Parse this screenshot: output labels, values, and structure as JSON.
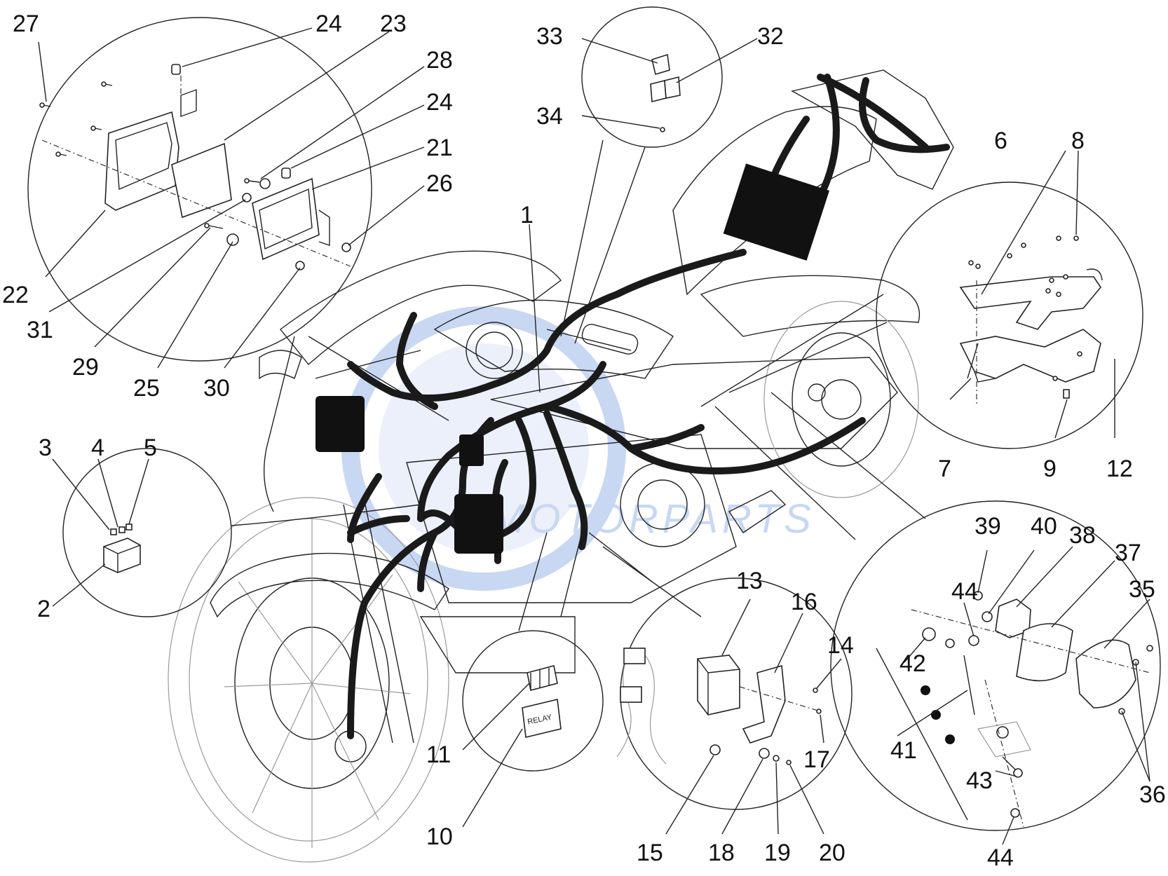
{
  "labels": {
    "l1": "1",
    "l2": "2",
    "l3": "3",
    "l4": "4",
    "l5": "5",
    "l6": "6",
    "l7": "7",
    "l8": "8",
    "l9": "9",
    "l10": "10",
    "l11": "11",
    "l12": "12",
    "l13": "13",
    "l14": "14",
    "l15": "15",
    "l16": "16",
    "l17": "17",
    "l18": "18",
    "l19": "19",
    "l20": "20",
    "l21": "21",
    "l22": "22",
    "l23": "23",
    "l24a": "24",
    "l24b": "24",
    "l25": "25",
    "l26": "26",
    "l27": "27",
    "l28": "28",
    "l29": "29",
    "l30": "30",
    "l31": "31",
    "l32": "32",
    "l33": "33",
    "l34": "34",
    "l35": "35",
    "l36": "36",
    "l37": "37",
    "l38": "38",
    "l39": "39",
    "l40": "40",
    "l41": "41",
    "l42": "42",
    "l43": "43",
    "l44a": "44",
    "l44b": "44"
  },
  "relay_marking": "RELAY",
  "watermark": "MOTORPARTS",
  "colors": {
    "line": "#222222",
    "harness": "#1a1a1a",
    "watermark": "#3a6fd0",
    "background": "#ffffff"
  }
}
